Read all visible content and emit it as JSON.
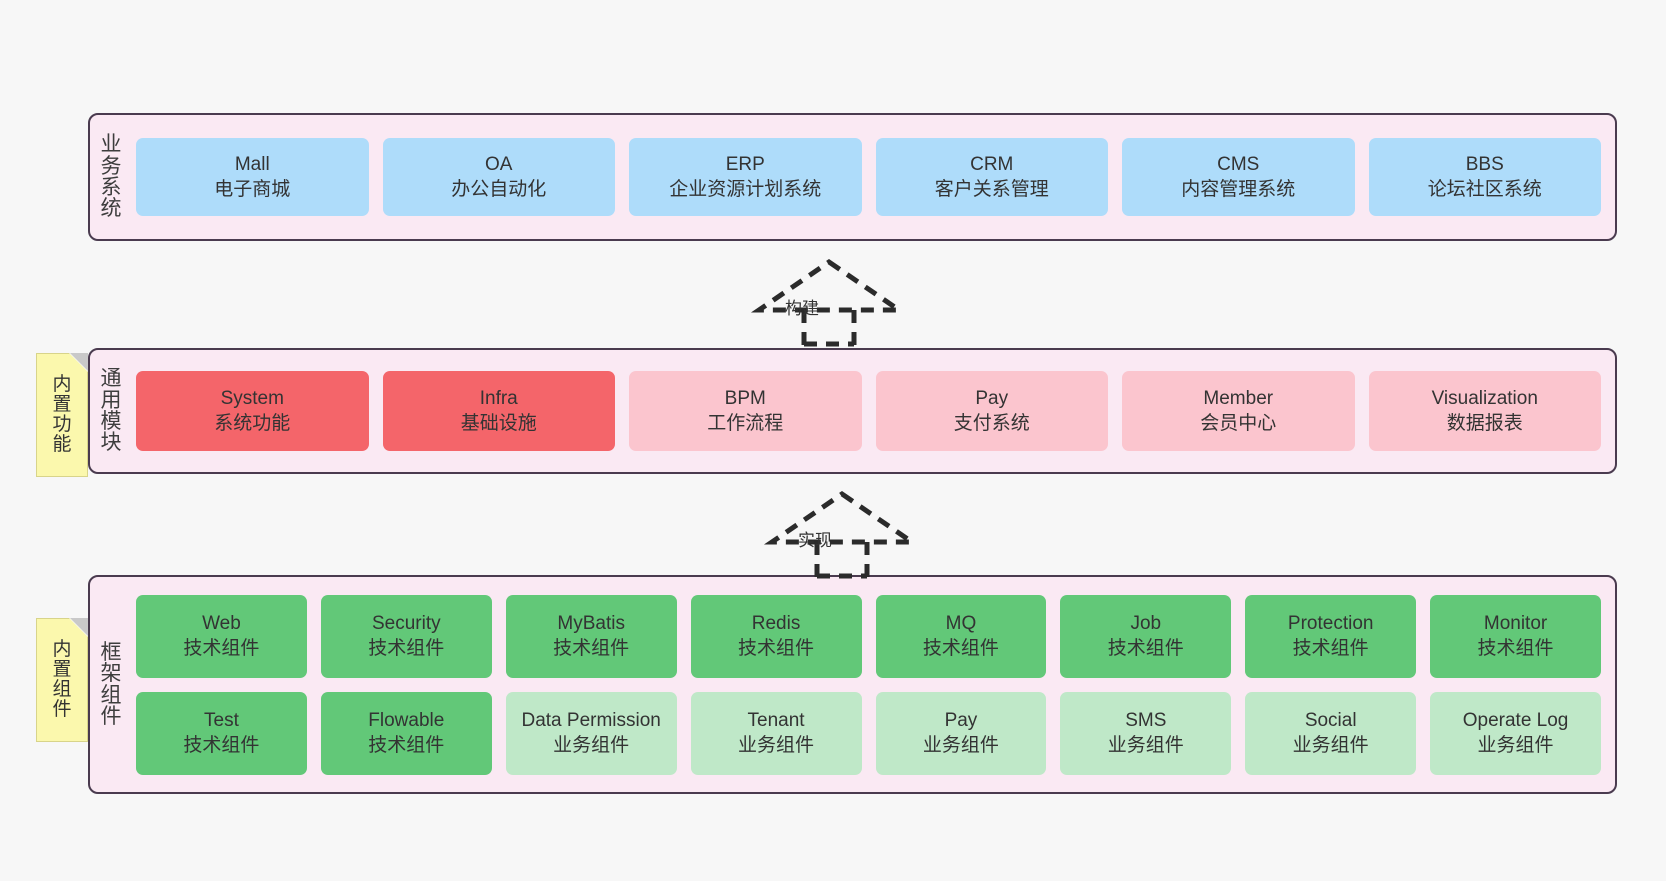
{
  "canvas": {
    "background": "#f7f7f7",
    "container_fill": "#fae9f3",
    "container_border": "#4a3b4f"
  },
  "layers": [
    {
      "id": "business",
      "title": "业务系统",
      "title_chars": [
        "业",
        "务",
        "系",
        "统"
      ],
      "rows": [
        {
          "boxes": [
            {
              "name": "Mall",
              "desc": "电子商城",
              "color": "#aedcfa",
              "style": "c-blue"
            },
            {
              "name": "OA",
              "desc": "办公自动化",
              "color": "#aedcfa",
              "style": "c-blue"
            },
            {
              "name": "ERP",
              "desc": "企业资源计划系统",
              "color": "#aedcfa",
              "style": "c-blue"
            },
            {
              "name": "CRM",
              "desc": "客户关系管理",
              "color": "#aedcfa",
              "style": "c-blue"
            },
            {
              "name": "CMS",
              "desc": "内容管理系统",
              "color": "#aedcfa",
              "style": "c-blue"
            },
            {
              "name": "BBS",
              "desc": "论坛社区系统",
              "color": "#aedcfa",
              "style": "c-blue"
            }
          ]
        }
      ]
    },
    {
      "id": "common",
      "title": "通用模块",
      "title_chars": [
        "通",
        "用",
        "模",
        "块"
      ],
      "note": {
        "text": "内置功能",
        "chars": [
          "内",
          "置",
          "功",
          "能"
        ],
        "color": "#fbf8ad"
      },
      "rows": [
        {
          "boxes": [
            {
              "name": "System",
              "desc": "系统功能",
              "color": "#f4656a",
              "style": "c-red"
            },
            {
              "name": "Infra",
              "desc": "基础设施",
              "color": "#f4656a",
              "style": "c-red"
            },
            {
              "name": "BPM",
              "desc": "工作流程",
              "color": "#fbc5ce",
              "style": "c-pink"
            },
            {
              "name": "Pay",
              "desc": "支付系统",
              "color": "#fbc5ce",
              "style": "c-pink"
            },
            {
              "name": "Member",
              "desc": "会员中心",
              "color": "#fbc5ce",
              "style": "c-pink"
            },
            {
              "name": "Visualization",
              "desc": "数据报表",
              "color": "#fbc5ce",
              "style": "c-pink"
            }
          ]
        }
      ]
    },
    {
      "id": "framework",
      "title": "框架组件",
      "title_chars": [
        "框",
        "架",
        "组",
        "件"
      ],
      "note": {
        "text": "内置组件",
        "chars": [
          "内",
          "置",
          "组",
          "件"
        ],
        "color": "#fbf8ad"
      },
      "rows": [
        {
          "boxes": [
            {
              "name": "Web",
              "desc": "技术组件",
              "color": "#62c878",
              "style": "c-green"
            },
            {
              "name": "Security",
              "desc": "技术组件",
              "color": "#62c878",
              "style": "c-green"
            },
            {
              "name": "MyBatis",
              "desc": "技术组件",
              "color": "#62c878",
              "style": "c-green"
            },
            {
              "name": "Redis",
              "desc": "技术组件",
              "color": "#62c878",
              "style": "c-green"
            },
            {
              "name": "MQ",
              "desc": "技术组件",
              "color": "#62c878",
              "style": "c-green"
            },
            {
              "name": "Job",
              "desc": "技术组件",
              "color": "#62c878",
              "style": "c-green"
            },
            {
              "name": "Protection",
              "desc": "技术组件",
              "color": "#62c878",
              "style": "c-green"
            },
            {
              "name": "Monitor",
              "desc": "技术组件",
              "color": "#62c878",
              "style": "c-green"
            }
          ]
        },
        {
          "boxes": [
            {
              "name": "Test",
              "desc": "技术组件",
              "color": "#62c878",
              "style": "c-green"
            },
            {
              "name": "Flowable",
              "desc": "技术组件",
              "color": "#62c878",
              "style": "c-green"
            },
            {
              "name": "Data Permission",
              "desc": "业务组件",
              "color": "#bfe8c8",
              "style": "c-lgreen"
            },
            {
              "name": "Tenant",
              "desc": "业务组件",
              "color": "#bfe8c8",
              "style": "c-lgreen"
            },
            {
              "name": "Pay",
              "desc": "业务组件",
              "color": "#bfe8c8",
              "style": "c-lgreen"
            },
            {
              "name": "SMS",
              "desc": "业务组件",
              "color": "#bfe8c8",
              "style": "c-lgreen"
            },
            {
              "name": "Social",
              "desc": "业务组件",
              "color": "#bfe8c8",
              "style": "c-lgreen"
            },
            {
              "name": "Operate Log",
              "desc": "业务组件",
              "color": "#bfe8c8",
              "style": "c-lgreen"
            }
          ]
        }
      ]
    }
  ],
  "arrows": [
    {
      "id": "build",
      "label": "构建",
      "style": "dashed-hollow-triangle",
      "direction": "up"
    },
    {
      "id": "impl",
      "label": "实现",
      "style": "dashed-hollow-triangle",
      "direction": "up"
    }
  ]
}
